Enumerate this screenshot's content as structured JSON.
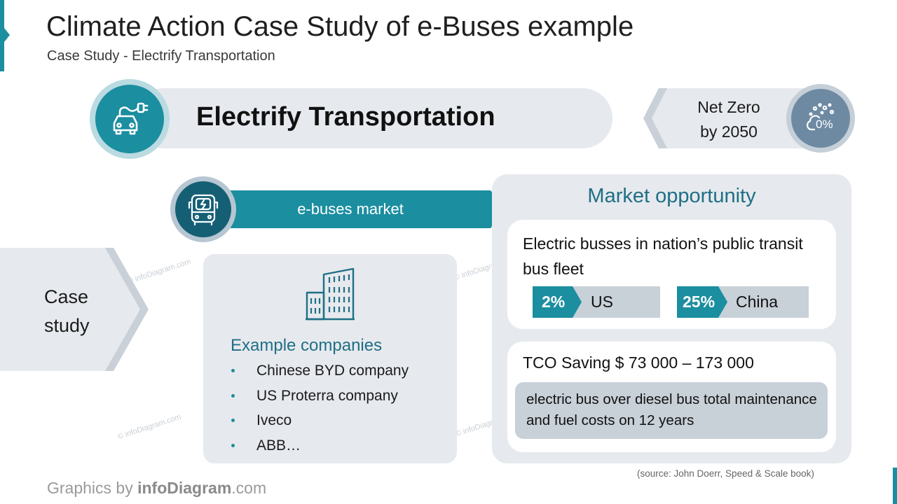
{
  "header": {
    "title": "Climate Action Case Study of e-Buses example",
    "subtitle": "Case Study - Electrify Transportation"
  },
  "banner": {
    "label": "Electrify Transportation",
    "icon": "electric-car-plug-icon"
  },
  "net_zero": {
    "line1": "Net Zero",
    "line2": "by 2050",
    "icon": "zero-emission-cloud-icon"
  },
  "ribbon": {
    "label": "e-buses market",
    "icon": "electric-bus-icon"
  },
  "case_study": {
    "line1": "Case",
    "line2": "study"
  },
  "companies": {
    "icon": "office-building-icon",
    "title": "Example companies",
    "items": [
      "Chinese  BYD company",
      "US Proterra company",
      "Iveco",
      "ABB…"
    ]
  },
  "market": {
    "title": "Market opportunity",
    "fleet_text": "Electric busses in nation’s public transit bus fleet",
    "stats": [
      {
        "pct": "2%",
        "label": "US"
      },
      {
        "pct": "25%",
        "label": "China"
      }
    ],
    "tco_title": "TCO Saving $ 73 000 – 173 000",
    "tco_desc": "electric bus over diesel bus total maintenance and fuel costs on 12 years"
  },
  "source": "(source: John Doerr, Speed & Scale book)",
  "footer": {
    "prefix": "Graphics by ",
    "brand": "infoDiagram",
    "suffix": ".com"
  },
  "watermark": "© infoDiagram.com",
  "colors": {
    "teal": "#1b8ea0",
    "dark_teal": "#155f75",
    "slate": "#6e8aa3",
    "panel": "#e6e9ed",
    "heading": "#1f6f86"
  }
}
